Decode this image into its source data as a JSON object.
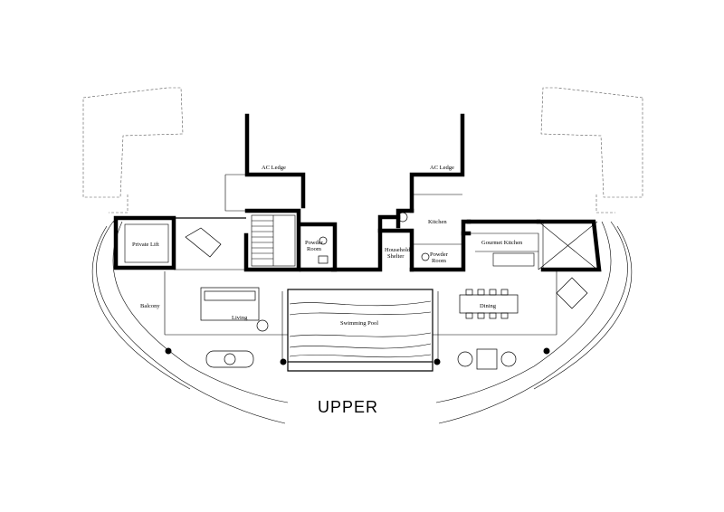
{
  "plan": {
    "title": "UPPER",
    "rooms": {
      "ac_ledge_left": "AC Ledge",
      "ac_ledge_right": "AC Ledge",
      "kitchen": "Kitchen",
      "private_lift": "Private Lift",
      "powder_room_left_1": "Powder",
      "powder_room_left_2": "Room",
      "household_shelter_1": "Household",
      "household_shelter_2": "Shelter",
      "powder_room_right_1": "Powder",
      "powder_room_right_2": "Room",
      "gourmet_kitchen": "Gourmet Kitchen",
      "balcony": "Balcony",
      "living": "Living",
      "swimming_pool": "Swimming Pool",
      "dining": "Dining"
    }
  }
}
